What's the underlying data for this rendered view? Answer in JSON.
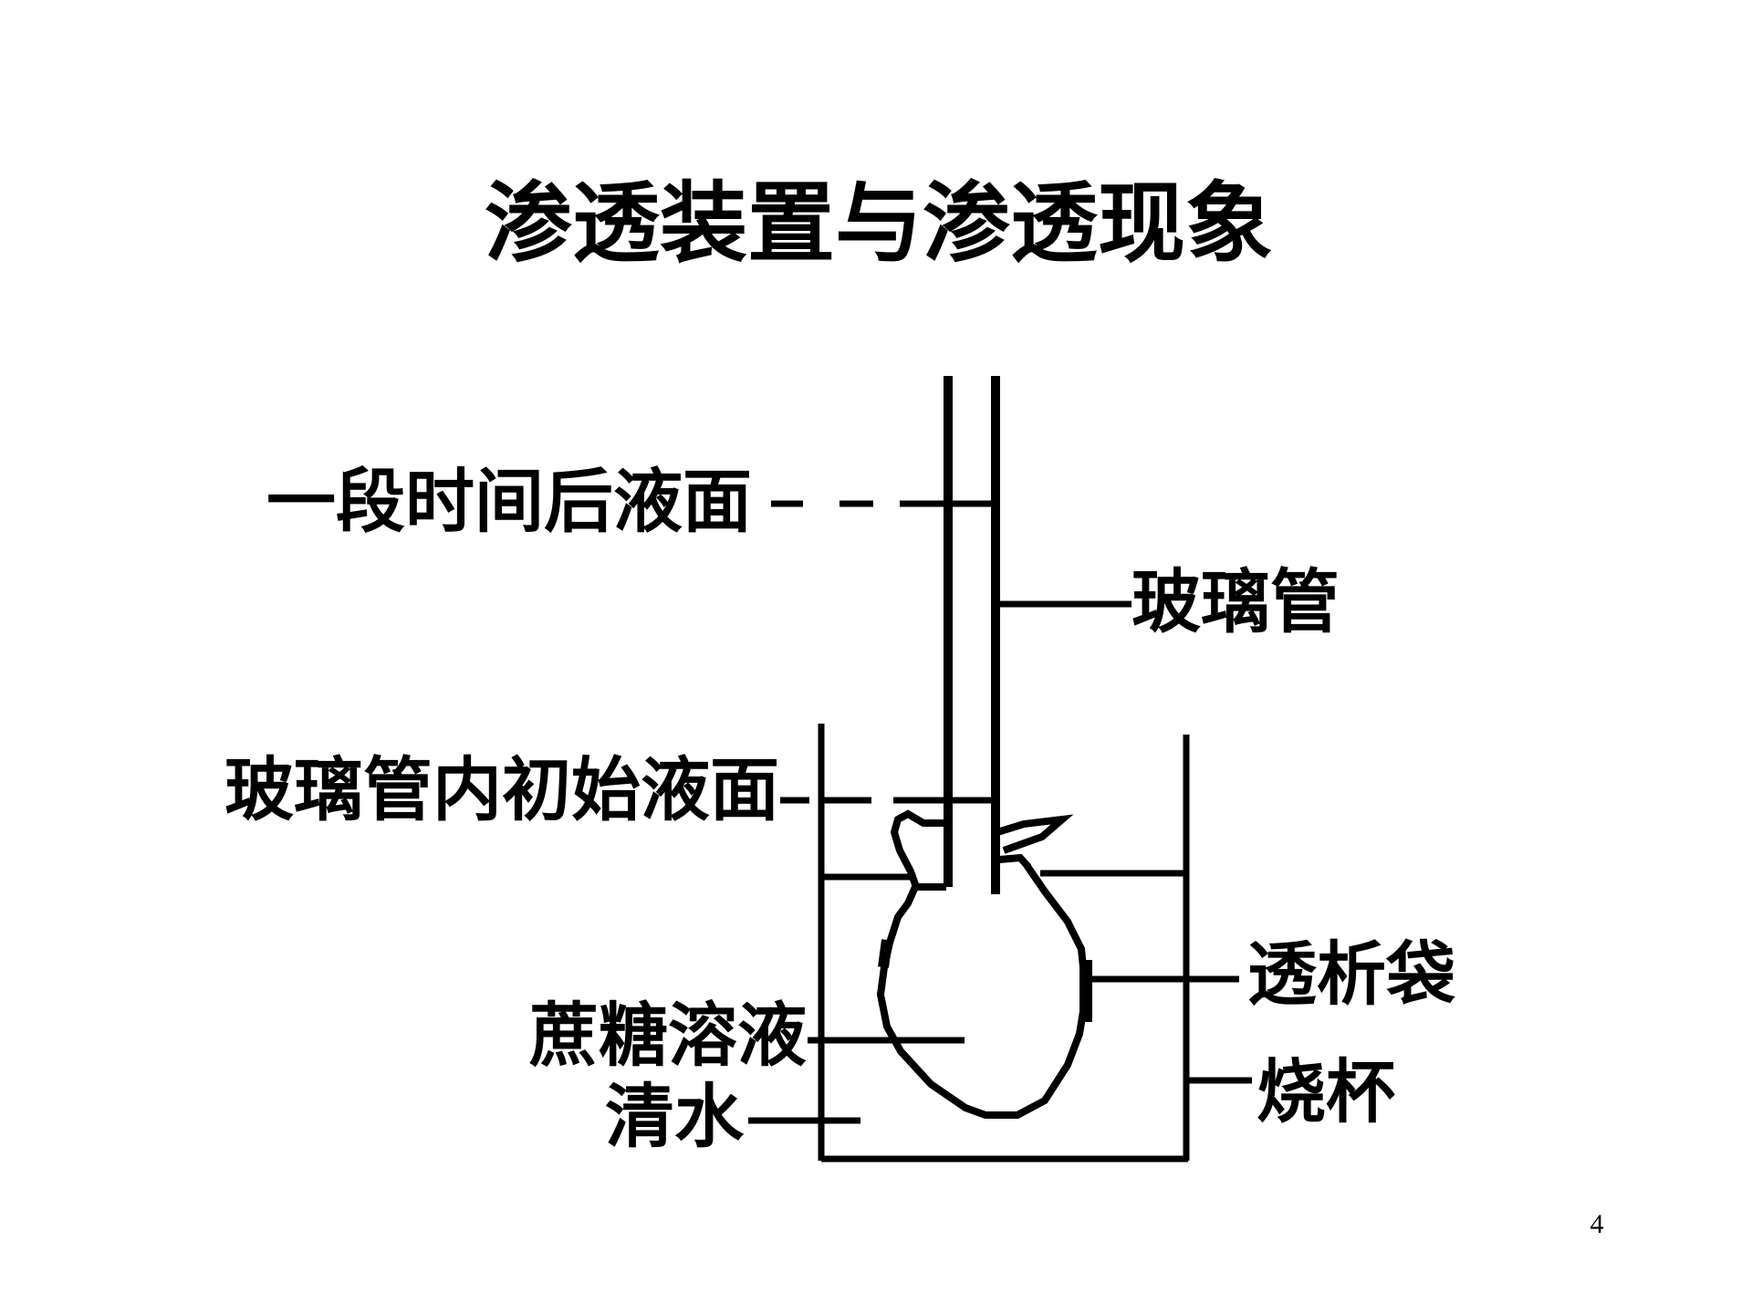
{
  "slide": {
    "title": "渗透装置与渗透现象",
    "page_number": "4"
  },
  "diagram": {
    "labels": {
      "liquid_level_after_time": "一段时间后液面",
      "glass_tube": "玻璃管",
      "initial_level_in_tube": "玻璃管内初始液面",
      "dialysis_bag": "透析袋",
      "sucrose_solution": "蔗糖溶液",
      "clear_water": "清水",
      "beaker": "烧杯"
    }
  },
  "colors": {
    "ink": "#000000",
    "background": "#ffffff"
  }
}
